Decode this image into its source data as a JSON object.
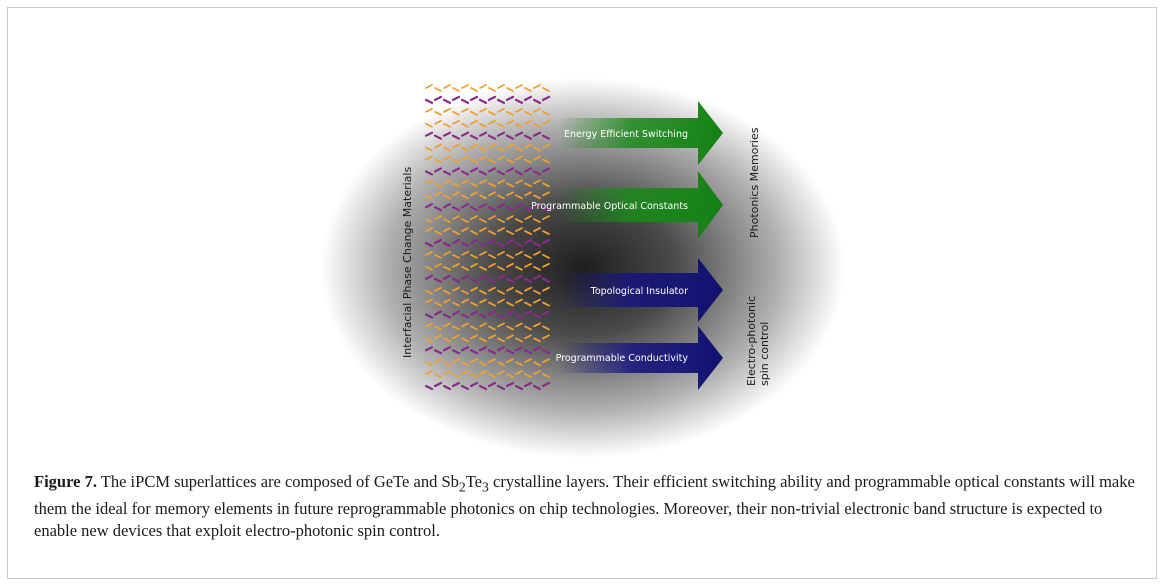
{
  "figure": {
    "left_label": "Interfacial Phase Change Materials",
    "arrows": [
      {
        "label": "Energy Efficient Switching",
        "color": "#1a8a1a"
      },
      {
        "label": "Programmable Optical Constants",
        "color": "#1a8a1a"
      },
      {
        "label": "Topological Insulator",
        "color": "#151580"
      },
      {
        "label": "Programmable Conductivity",
        "color": "#151580"
      }
    ],
    "right_labels": {
      "top": "Photonics Memories",
      "bottom_line1": "Electro-photonic",
      "bottom_line2": "spin control"
    },
    "atom_colors": {
      "orange": "#f0a030",
      "purple": "#8a2a8a"
    }
  },
  "caption": {
    "label": "Figure 7.",
    "text_part1": " The iPCM superlattices are composed of GeTe and Sb",
    "sub1": "2",
    "text_part2": "Te",
    "sub2": "3",
    "text_part3": " crystalline layers. Their efficient switching ability and programmable optical constants will make them the ideal for memory elements in future reprogrammable photonics on chip technologies. Moreover, their non-trivial electronic band structure is expected to enable new devices that exploit electro-photonic spin control."
  }
}
